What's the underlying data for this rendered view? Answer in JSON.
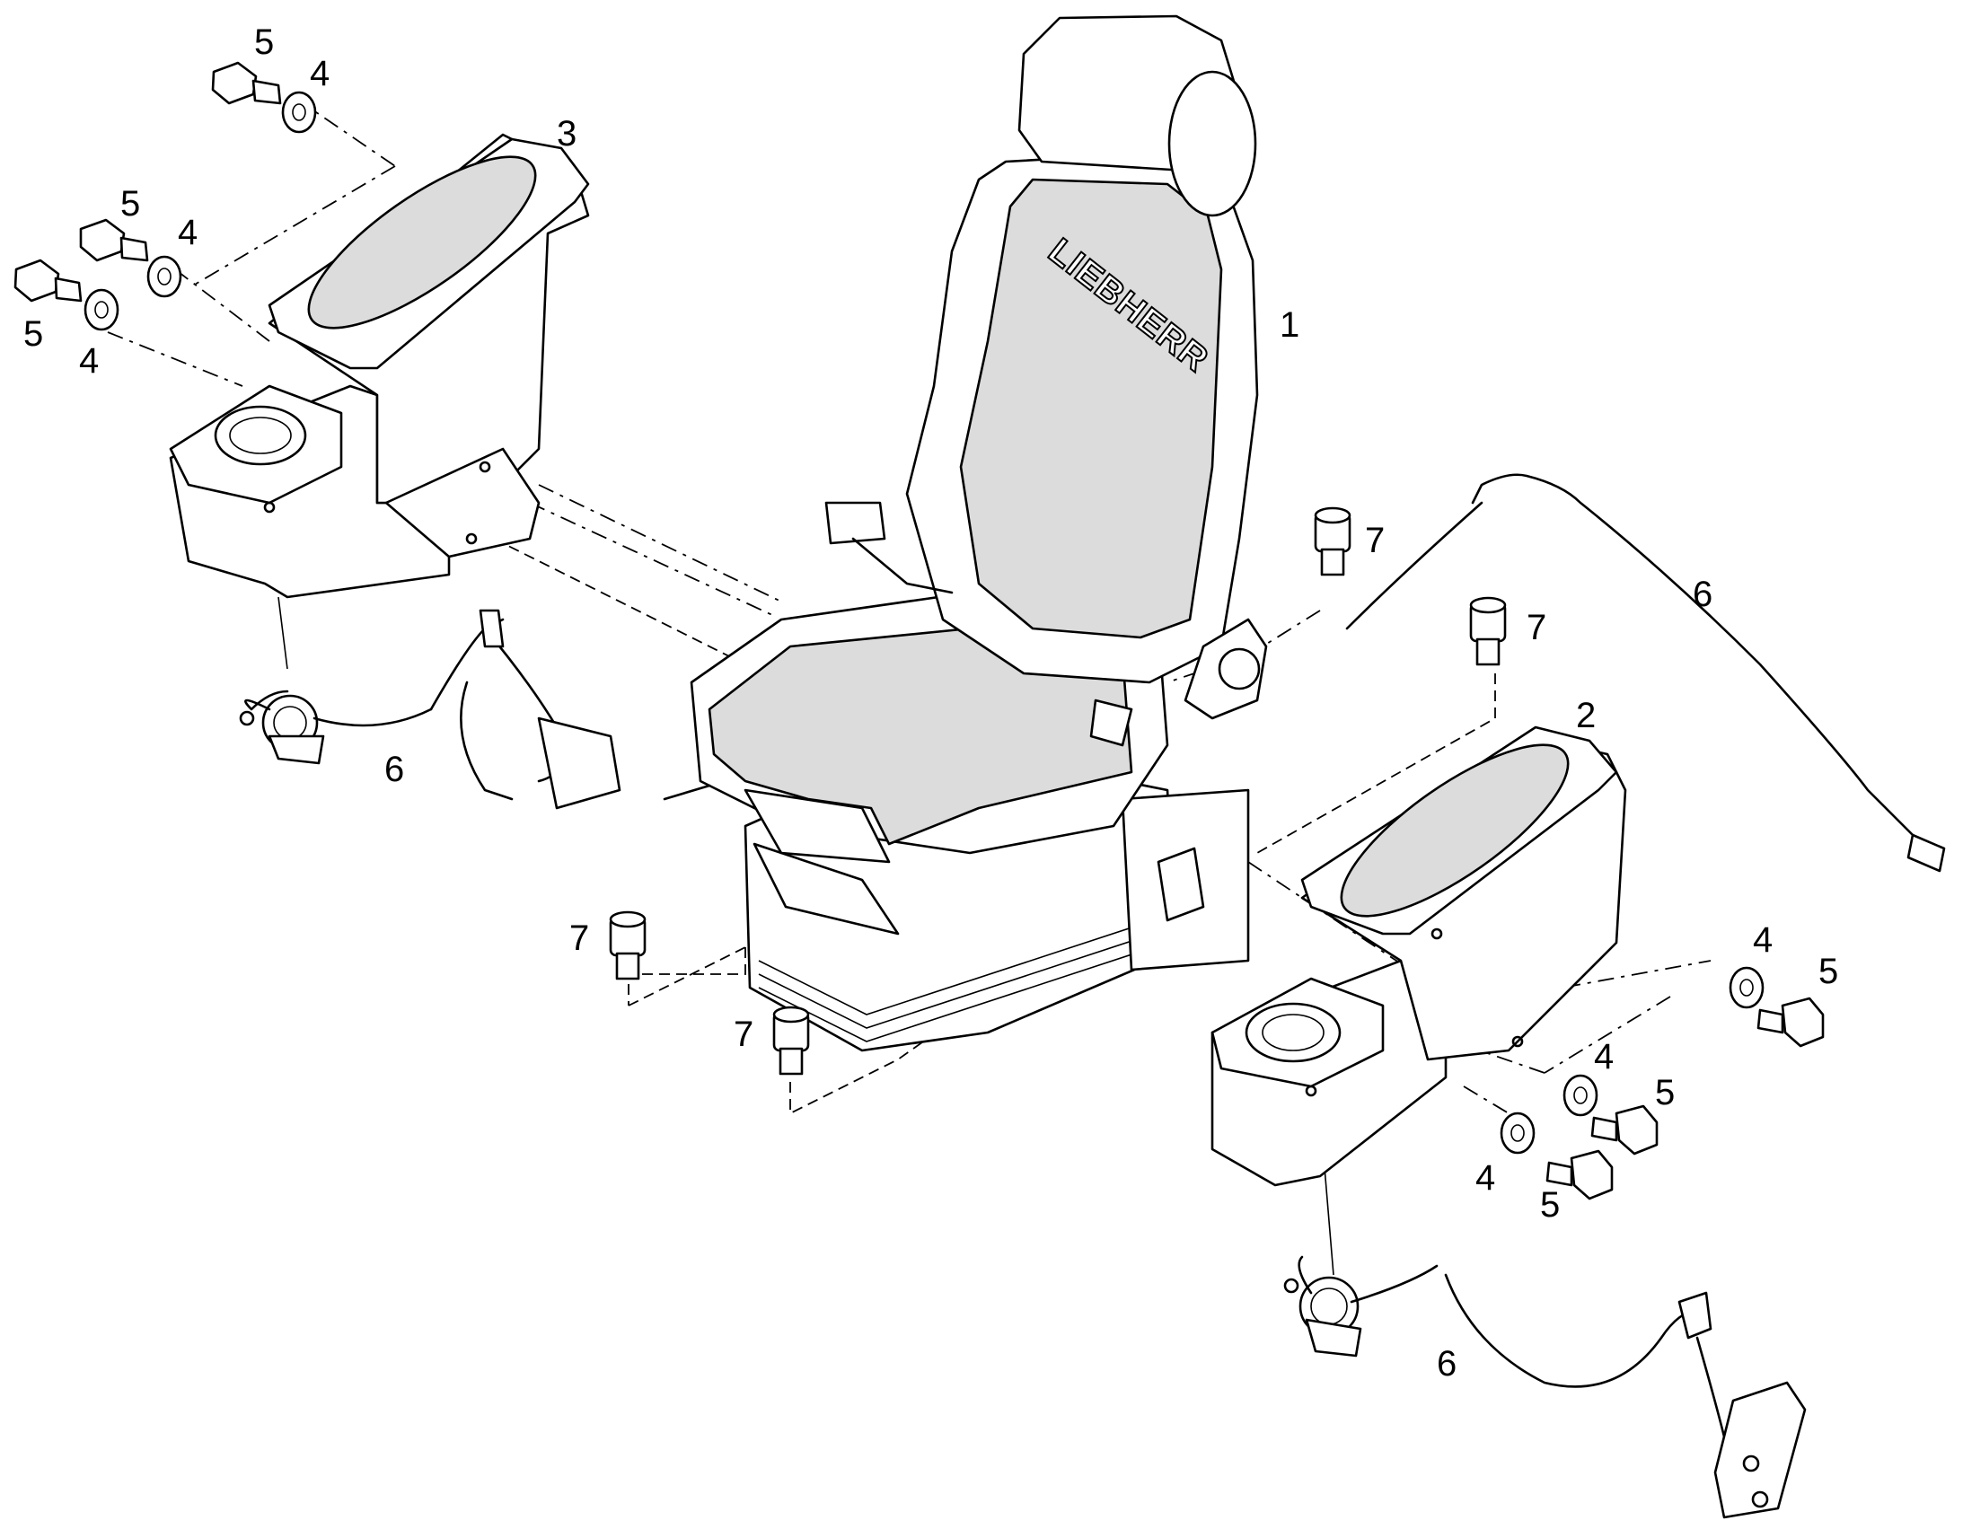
{
  "diagram": {
    "brand_text": "LIEBHERR",
    "callouts": [
      {
        "id": "seat",
        "label": "1"
      },
      {
        "id": "armrest-right",
        "label": "2"
      },
      {
        "id": "armrest-left",
        "label": "3"
      },
      {
        "id": "washer-a",
        "label": "4"
      },
      {
        "id": "washer-b",
        "label": "4"
      },
      {
        "id": "washer-c",
        "label": "4"
      },
      {
        "id": "washer-d",
        "label": "4"
      },
      {
        "id": "washer-e",
        "label": "4"
      },
      {
        "id": "washer-f",
        "label": "4"
      },
      {
        "id": "bolt-a",
        "label": "5"
      },
      {
        "id": "bolt-b",
        "label": "5"
      },
      {
        "id": "bolt-c",
        "label": "5"
      },
      {
        "id": "bolt-d",
        "label": "5"
      },
      {
        "id": "bolt-e",
        "label": "5"
      },
      {
        "id": "bolt-f",
        "label": "5"
      },
      {
        "id": "harness-left",
        "label": "6"
      },
      {
        "id": "harness-right",
        "label": "6"
      },
      {
        "id": "cable-upper",
        "label": "6"
      },
      {
        "id": "screw-a",
        "label": "7"
      },
      {
        "id": "screw-b",
        "label": "7"
      },
      {
        "id": "screw-c",
        "label": "7"
      },
      {
        "id": "screw-d",
        "label": "7"
      }
    ]
  }
}
